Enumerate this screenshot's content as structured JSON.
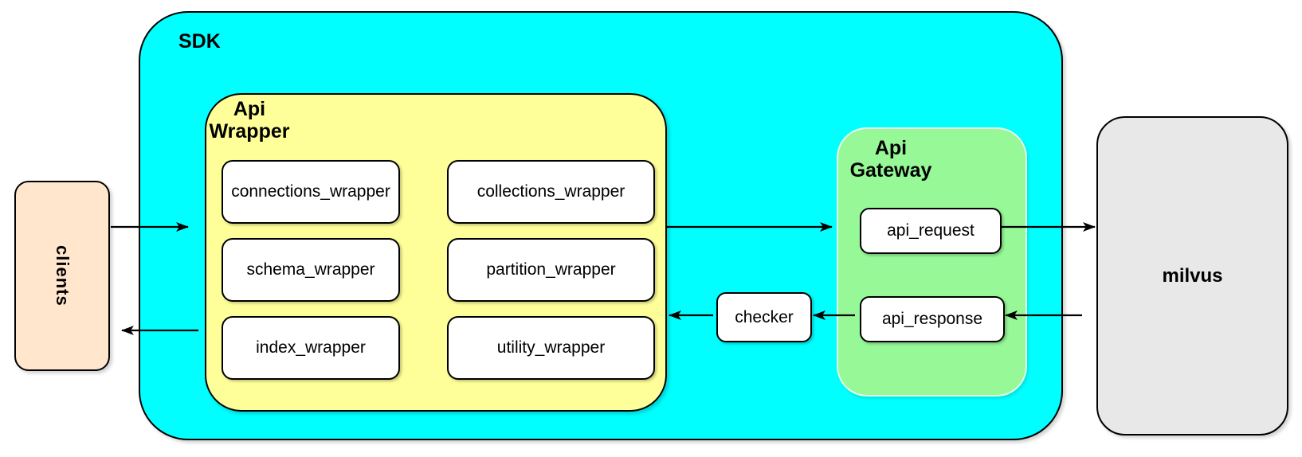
{
  "nodes": {
    "clients": {
      "label": "clients"
    },
    "sdk": {
      "label": "SDK"
    },
    "api_wrapper": {
      "title_line1": "Api",
      "title_line2": "Wrapper",
      "modules": [
        {
          "label": "connections_wrapper"
        },
        {
          "label": "collections_wrapper"
        },
        {
          "label": "schema_wrapper"
        },
        {
          "label": "partition_wrapper"
        },
        {
          "label": "index_wrapper"
        },
        {
          "label": "utility_wrapper"
        }
      ]
    },
    "checker": {
      "label": "checker"
    },
    "api_gateway": {
      "title_line1": "Api",
      "title_line2": "Gateway",
      "modules": [
        {
          "label": "api_request"
        },
        {
          "label": "api_response"
        }
      ]
    },
    "milvus": {
      "label": "milvus"
    }
  },
  "colors": {
    "sdk_fill": "#00FFFF",
    "api_wrapper_fill": "#FFFF99",
    "api_gateway_fill": "#97F897",
    "clients_fill": "#FFE6CC",
    "milvus_fill": "#E8E8E8",
    "module_fill": "#FFFFFF",
    "stroke": "#000000"
  }
}
